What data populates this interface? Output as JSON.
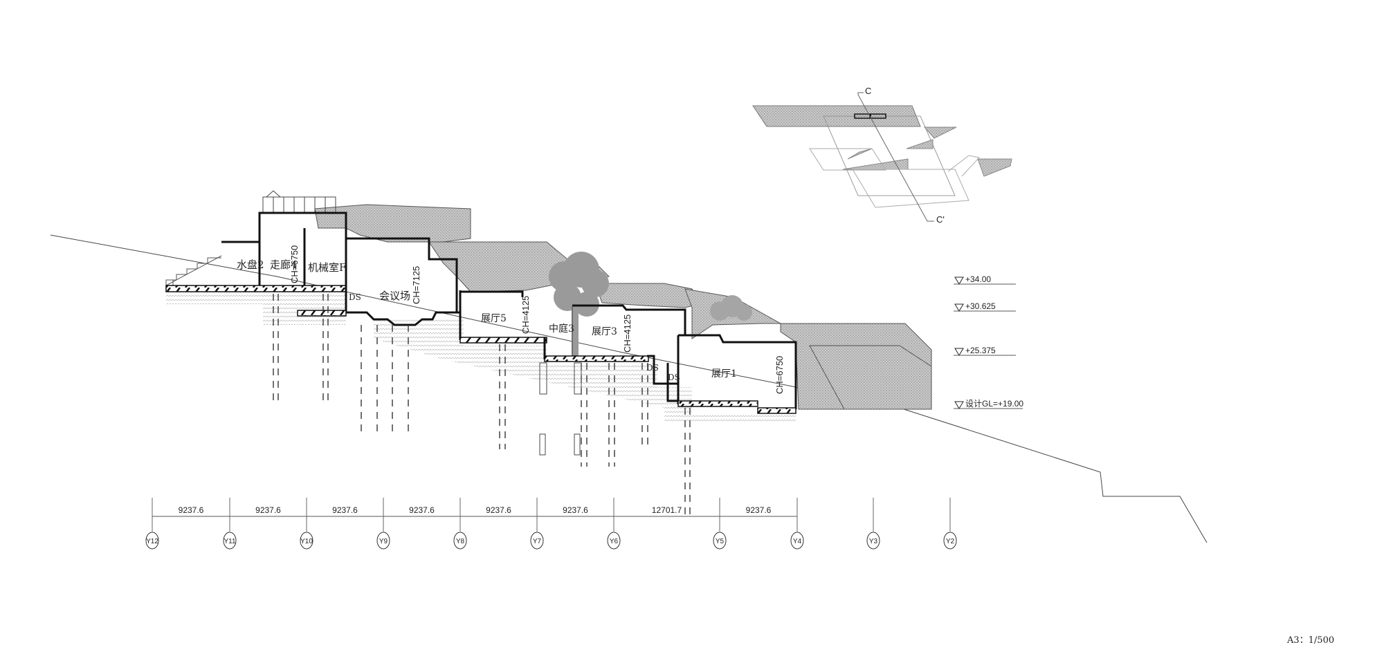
{
  "rooms": {
    "water_basin": "水盘2",
    "corridor": "走廊4",
    "machine_room": "机械室F",
    "conference": "会议场",
    "hall5": "展厅5",
    "courtyard": "中庭3",
    "hall3": "展厅3",
    "hall1": "展厅1"
  },
  "ceiling_heights": {
    "corridor": "CH=6750",
    "conference": "CH=7125",
    "hall5": "CH=4125",
    "hall3": "CH=4125",
    "hall1": "CH=6750"
  },
  "ds_labels": [
    "DS",
    "DS",
    "DS"
  ],
  "elevations": [
    "+34.00",
    "+30.625",
    "+25.375",
    "设计GL=+19.00"
  ],
  "grid": {
    "axes": [
      "Y12",
      "Y11",
      "Y10",
      "Y9",
      "Y8",
      "Y7",
      "Y6",
      "Y5",
      "Y4",
      "Y3",
      "Y2"
    ],
    "dimensions": [
      "9237.6",
      "9237.6",
      "9237.6",
      "9237.6",
      "9237.6",
      "9237.6",
      "12701.7",
      "9237.6"
    ]
  },
  "key_plan": {
    "cut_start": "C",
    "cut_end": "C'"
  },
  "scale": "A3：1/500"
}
